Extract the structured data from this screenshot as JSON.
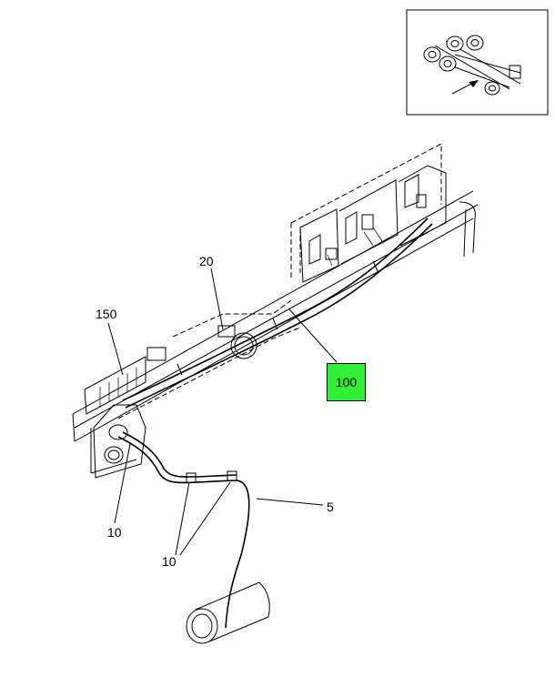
{
  "callouts": {
    "c150": "150",
    "c20": "20",
    "c100": "100",
    "c10a": "10",
    "c10b": "10",
    "c5": "5"
  },
  "colors": {
    "highlight_fill": "#33ee33",
    "line": "#000000",
    "background": "#ffffff"
  }
}
